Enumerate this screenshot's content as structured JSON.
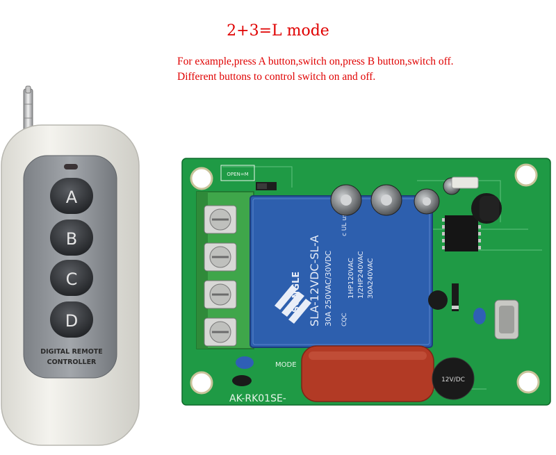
{
  "heading": "2+3=L mode",
  "description": [
    "For example,press A button,switch on,press B button,switch off.",
    "Different buttons to control switch on and off."
  ],
  "remote": {
    "buttons": [
      "A",
      "B",
      "C",
      "D"
    ],
    "label_line1": "DIGITAL REMOTE",
    "label_line2": "CONTROLLER"
  },
  "board": {
    "relay_brand": "SONGLE",
    "relay_model": "SLA-12VDC-SL-A",
    "relay_ratings": [
      "30A 250VAC/30VDC",
      "1HP120VAC",
      "1/2HP240VAC",
      "30A240VAC"
    ],
    "relay_marks": [
      "CQC",
      "c UL us"
    ],
    "pcb_label": "AK-RK01SE-",
    "mode_label": "MODE",
    "jumper_label": "OPEN=M",
    "buzzer_label": "12V/DC"
  },
  "colors": {
    "heading": "#e00000",
    "pcb": "#1f9a45",
    "relay": "#2d5fae",
    "terminal": "#3fa64a",
    "capacitor": "#b23a25",
    "remote_body": "#e9e8e2",
    "remote_panel": "#8f9398"
  }
}
